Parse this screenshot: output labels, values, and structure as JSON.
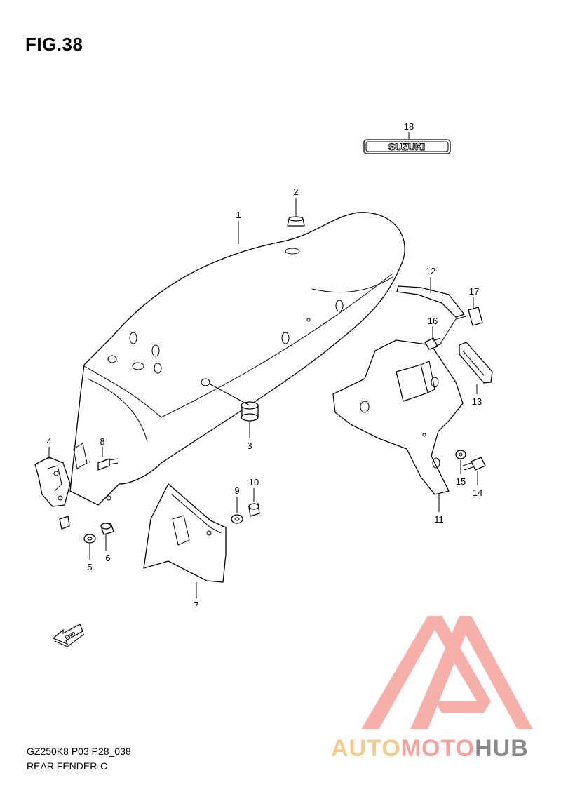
{
  "figure": {
    "title": "FIG.38",
    "model_code": "GZ250K8 P03 P28_038",
    "section_name": "REAR FENDER-C"
  },
  "emblem_text": "SUZUKI",
  "fwd_arrow_text": "FWD",
  "callouts": [
    "1",
    "2",
    "3",
    "4",
    "5",
    "6",
    "7",
    "8",
    "9",
    "10",
    "11",
    "12",
    "13",
    "14",
    "15",
    "16",
    "17",
    "18"
  ],
  "watermark": {
    "part1": "AUTO",
    "part2": "MOTO",
    "part3": "HUB",
    "colors": {
      "auto": "#f7c98a",
      "moto": "#f6a29b",
      "hub": "#8a8a8a",
      "triangle": "#f6a29b"
    }
  }
}
